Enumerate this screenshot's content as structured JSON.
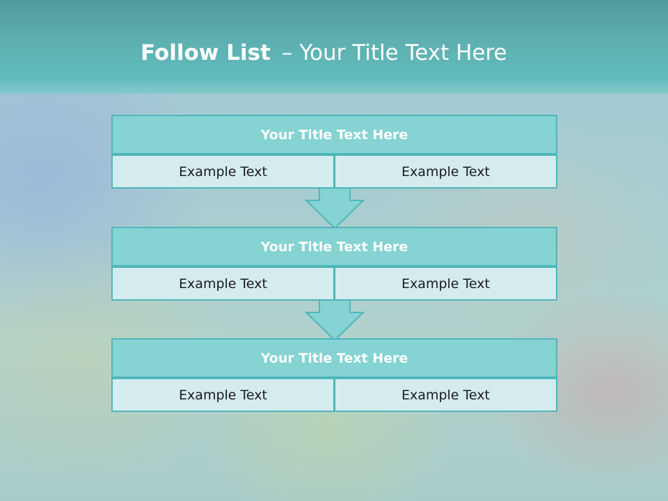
{
  "slide": {
    "title_bold": "Follow List",
    "title_rest": "– Your Title Text Here"
  },
  "blocks": [
    {
      "title": "Your Title Text Here",
      "left": "Example Text",
      "right": "Example Text"
    },
    {
      "title": "Your Title Text Here",
      "left": "Example Text",
      "right": "Example Text"
    },
    {
      "title": "Your Title Text Here",
      "left": "Example Text",
      "right": "Example Text"
    }
  ],
  "colors": {
    "header": "#5eb0b0",
    "block_title": "#85d3d3",
    "cell": "#d5ecee",
    "border": "#4fb6b9",
    "arrow": "#85d3d3"
  },
  "icons": [
    "down-arrow-icon",
    "down-arrow-icon"
  ]
}
